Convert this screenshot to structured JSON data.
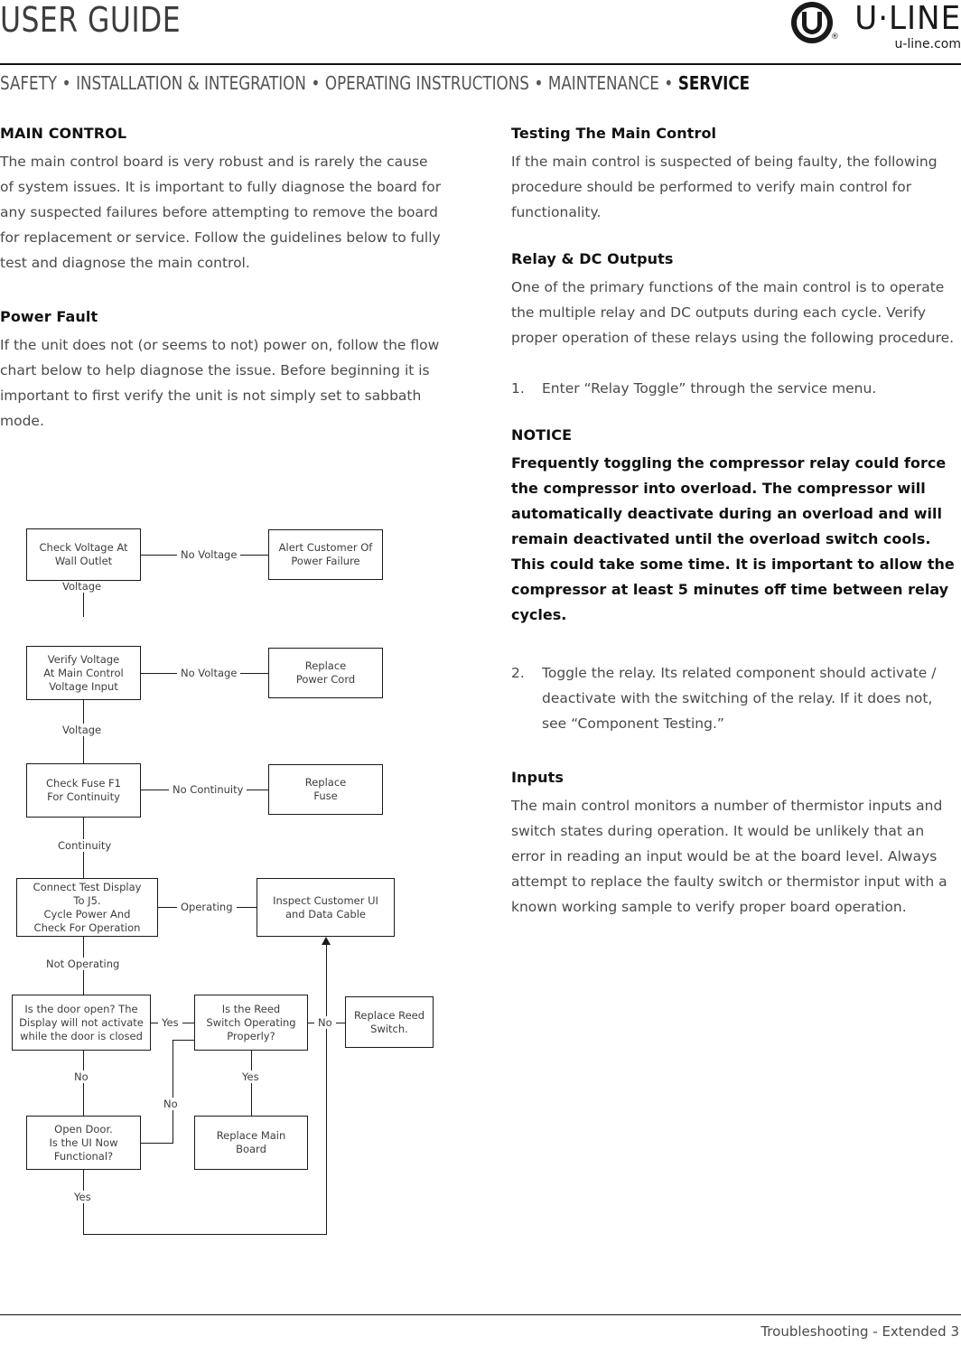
{
  "header": {
    "title": "USER GUIDE",
    "brand_name": "U·LINE",
    "brand_site": "u-line.com",
    "brand_registered": "®",
    "breadcrumb": [
      {
        "label": "SAFETY",
        "active": false
      },
      {
        "label": "INSTALLATION & INTEGRATION",
        "active": false
      },
      {
        "label": "OPERATING INSTRUCTIONS",
        "active": false
      },
      {
        "label": "MAINTENANCE",
        "active": false
      },
      {
        "label": "SERVICE",
        "active": true
      }
    ],
    "separator": "•"
  },
  "left_column": {
    "main_control_heading": "MAIN CONTROL",
    "main_control_body": "The main control board is very robust and is rarely the cause of system issues. It is important to fully diagnose the board for any suspected failures before attempting to remove the board for replacement or service. Follow the guidelines below to fully test and diagnose the main control.",
    "power_fault_heading": "Power Fault",
    "power_fault_body": "If the unit does not (or seems to not) power on, follow the flow chart below to help diagnose the issue. Before beginning it is important to first verify the unit is not simply set to sabbath mode."
  },
  "right_column": {
    "testing_heading": "Testing The Main Control",
    "testing_body": "If the main control is suspected of being faulty, the following procedure should be performed to verify main control for functionality.",
    "relay_heading": "Relay & DC Outputs",
    "relay_body": "One of the primary functions of the main control is to operate the multiple relay and DC outputs during each cycle. Verify proper operation of these relays using the following procedure.",
    "step1_num": "1.",
    "step1_text": "Enter “Relay Toggle” through the service menu.",
    "notice_heading": "NOTICE",
    "notice_body": "Frequently toggling the compressor relay could force the compressor into overload. The compressor will automatically deactivate during an overload and will remain deactivated until the overload switch cools. This could take some time. It is important to allow the compressor at least 5 minutes off time between relay cycles.",
    "step2_num": "2.",
    "step2_text": "Toggle the relay. Its related component should activate / deactivate with the switching of the relay. If it does not, see “Component Testing.”",
    "inputs_heading": "Inputs",
    "inputs_body": "The main control monitors a number of thermistor inputs and switch states during operation. It would be unlikely that an error in reading an input would be at the board level. Always attempt to replace the faulty switch or thermistor input with a known working sample to verify proper board operation."
  },
  "flowchart": {
    "nodes": {
      "check_voltage_wall": "Check Voltage\nAt Wall Outlet",
      "alert_customer": "Alert Customer\nOf Power Failure",
      "verify_voltage_main": "Verify Voltage\nAt Main Control\nVoltage Input",
      "replace_power_cord": "Replace\nPower Cord",
      "check_fuse": "Check Fuse F1\nFor Continuity",
      "replace_fuse": "Replace\nFuse",
      "connect_test_display": "Connect Test Display\nTo J5.\nCycle Power And\nCheck For Operation",
      "inspect_customer_ui": "Inspect Customer UI\nand Data Cable",
      "door_open": "Is the door open? The Display will not activate while the door is closed",
      "reed_switch": "Is the Reed\nSwitch Operating\nProperly?",
      "replace_reed_switch": "Replace Reed\nSwitch.",
      "open_door": "Open Door.\nIs the UI Now\nFunctional?",
      "replace_main_board": "Replace Main\nBoard"
    },
    "edge_labels": {
      "no_voltage_1": "No Voltage",
      "voltage_1": "Voltage",
      "no_voltage_2": "No Voltage",
      "voltage_2": "Voltage",
      "no_continuity": "No Continuity",
      "continuity": "Continuity",
      "operating": "Operating",
      "not_operating": "Not Operating",
      "door_yes": "Yes",
      "door_no": "No",
      "reed_no_right": "No",
      "reed_yes": "Yes",
      "reed_no_left": "No",
      "open_door_yes": "Yes"
    }
  },
  "footer": {
    "text": "Troubleshooting - Extended 3"
  }
}
